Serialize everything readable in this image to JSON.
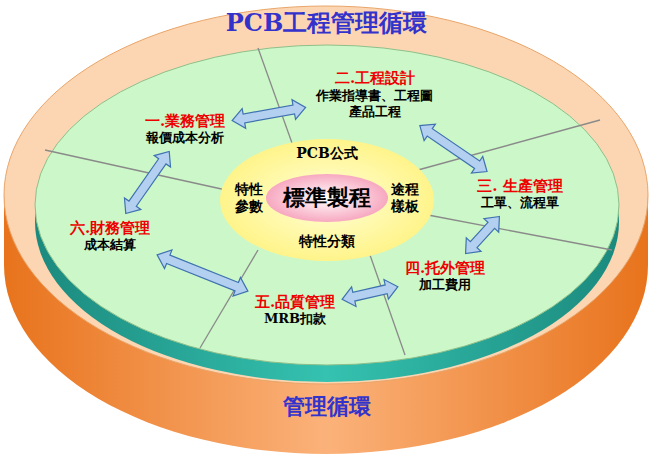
{
  "diagram": {
    "title": "PCB工程管理循環",
    "nodes": [
      {
        "text": [
          "管理循環"
        ]
      },
      {
        "text": [
          "一.業務管理",
          "報價成本分析"
        ],
        "in": 0
      },
      {
        "text": [
          "二.工程設計",
          "作業指導書、工程圖 產品工程"
        ],
        "in": 0
      },
      {
        "text": [
          "三. 生產管理",
          "工單、流程單"
        ],
        "in": 0
      },
      {
        "text": [
          "四.托外管理",
          "加工費用"
        ],
        "in": 0
      },
      {
        "text": [
          "五.品質管理",
          "MRB扣款"
        ],
        "in": 0
      },
      {
        "text": [
          "六.財務管理",
          "成本結算"
        ],
        "in": 0
      },
      {
        "text": [
          "PCB公式",
          "特性 參數",
          "途程 樣板",
          "特性分類"
        ],
        "in": 0
      },
      {
        "text": [
          "標準製程"
        ],
        "in": 7
      }
    ],
    "edges": [
      {
        "from": 1,
        "to": 2,
        "arrow": "both"
      },
      {
        "from": 2,
        "to": 3,
        "arrow": "both"
      },
      {
        "from": 3,
        "to": 4,
        "arrow": "both"
      },
      {
        "from": 4,
        "to": 5,
        "arrow": "both"
      },
      {
        "from": 5,
        "to": 6,
        "arrow": "both"
      },
      {
        "from": 6,
        "to": 1,
        "arrow": "both"
      }
    ]
  }
}
